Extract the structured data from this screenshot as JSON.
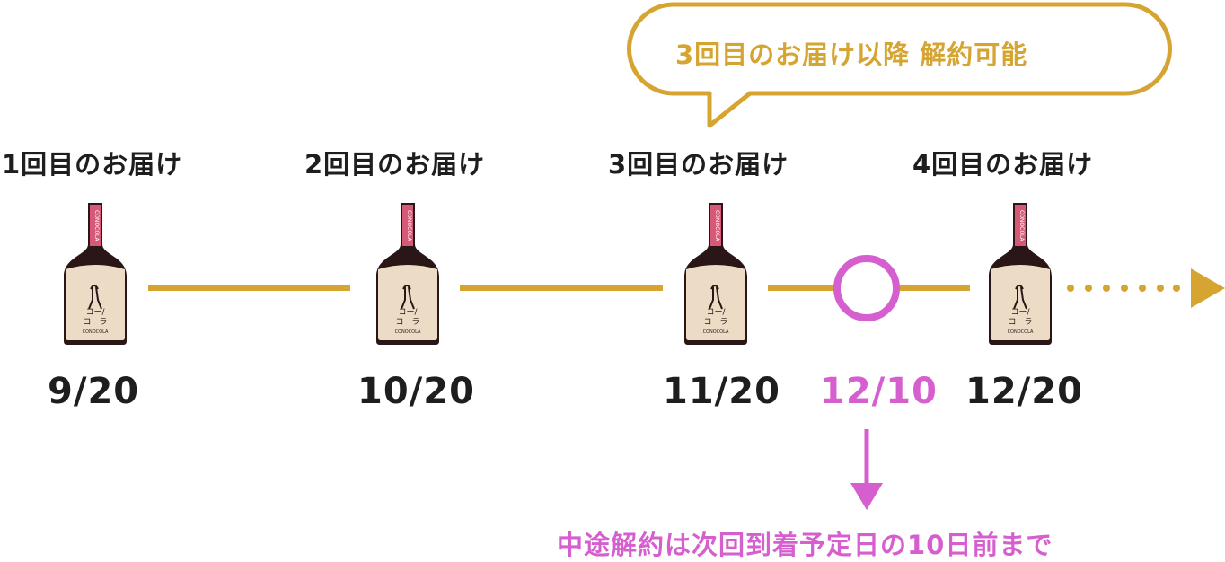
{
  "bubble": {
    "text": "3回目のお届け以降 解約可能"
  },
  "deliveries": [
    {
      "label": "1回目のお届け",
      "date": "9/20"
    },
    {
      "label": "2回目のお届け",
      "date": "10/20"
    },
    {
      "label": "3回目のお届け",
      "date": "11/20"
    },
    {
      "label": "4回目のお届け",
      "date": "12/20"
    }
  ],
  "bottle": {
    "brand": "CONOCOLA",
    "jp_name_line1": "コー/",
    "jp_name_line2": "コーラ"
  },
  "cancel": {
    "date": "12/10",
    "note": "中途解約は次回到着予定日の10日前まで"
  },
  "colors": {
    "gold": "#d6a531",
    "pink": "#d65fcf",
    "text": "#1e1e1e",
    "bottle": "#2a1616",
    "label": "#ecdcc6",
    "neck": "#d65a78"
  }
}
